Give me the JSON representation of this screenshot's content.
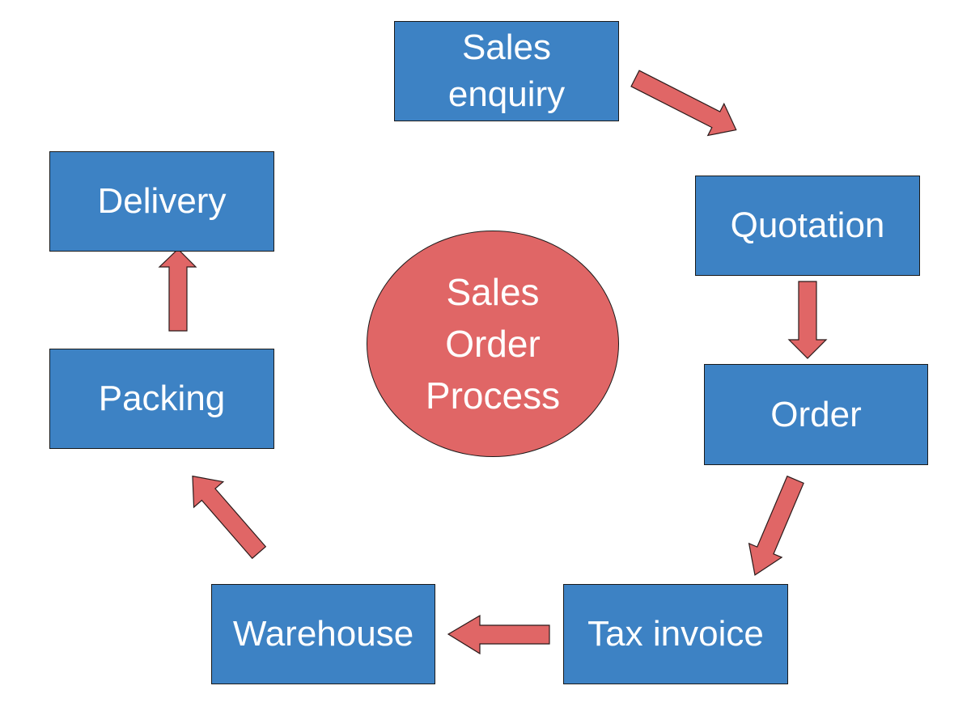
{
  "diagram": {
    "title": "Sales\nOrder\nProcess",
    "colors": {
      "box_fill": "#3d82c4",
      "center_fill": "#e06666",
      "arrow_fill": "#e06666",
      "text": "#ffffff"
    },
    "steps": [
      {
        "id": "sales-enquiry",
        "label": "Sales\nenquiry"
      },
      {
        "id": "quotation",
        "label": "Quotation"
      },
      {
        "id": "order",
        "label": "Order"
      },
      {
        "id": "tax-invoice",
        "label": "Tax invoice"
      },
      {
        "id": "warehouse",
        "label": "Warehouse"
      },
      {
        "id": "packing",
        "label": "Packing"
      },
      {
        "id": "delivery",
        "label": "Delivery"
      }
    ],
    "flow": [
      {
        "from": "Sales enquiry",
        "to": "Quotation"
      },
      {
        "from": "Quotation",
        "to": "Order"
      },
      {
        "from": "Order",
        "to": "Tax invoice"
      },
      {
        "from": "Tax invoice",
        "to": "Warehouse"
      },
      {
        "from": "Warehouse",
        "to": "Packing"
      },
      {
        "from": "Packing",
        "to": "Delivery"
      }
    ]
  }
}
